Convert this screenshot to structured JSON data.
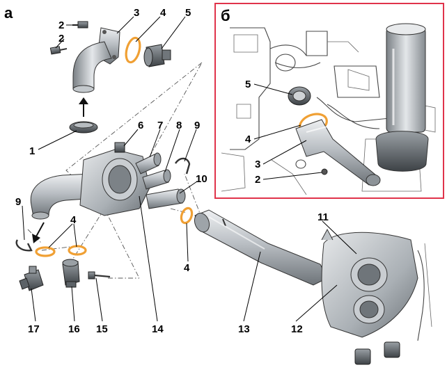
{
  "panels": {
    "a": "а",
    "b": "б"
  },
  "colors": {
    "seal": "#f0a034",
    "inset_border": "#e0334a",
    "metal_light": "#d9dcdf",
    "metal_mid": "#a9aeb3",
    "metal_dark": "#6e7479"
  },
  "labels": {
    "n1": "1",
    "n2": "2",
    "n3": "3",
    "n4": "4",
    "n5": "5",
    "n6": "6",
    "n7": "7",
    "n8": "8",
    "n9": "9",
    "n10": "10",
    "n11": "11",
    "n12": "12",
    "n13": "13",
    "n14": "14",
    "n15": "15",
    "n16": "16",
    "n17": "17"
  }
}
